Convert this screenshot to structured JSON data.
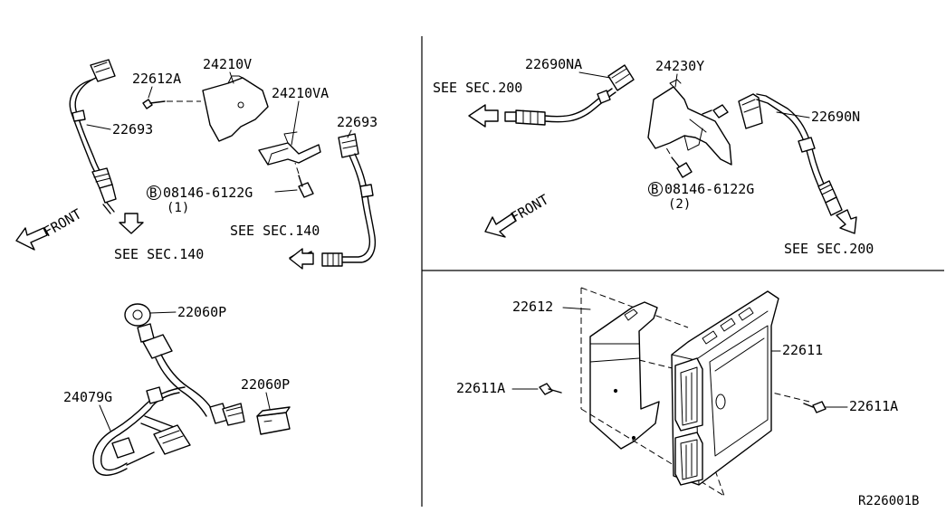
{
  "diagram_id": "R226001B",
  "labels": {
    "p22612A": "22612A",
    "p24210V": "24210V",
    "p24210VA": "24210VA",
    "p22693_left": "22693",
    "p22693_right": "22693",
    "bolt1_b": "B",
    "bolt1_num": "08146-6122G",
    "bolt1_qty": "(1)",
    "front_left": "FRONT",
    "see140_left": "SEE SEC.140",
    "see140_mid": "SEE SEC.140",
    "p22690NA": "22690NA",
    "see200_top": "SEE SEC.200",
    "p24230Y": "24230Y",
    "p22690N": "22690N",
    "bolt2_b": "B",
    "bolt2_num": "08146-6122G",
    "bolt2_qty": "(2)",
    "front_right": "FRONT",
    "see200_bottom": "SEE SEC.200",
    "p22060P_top": "22060P",
    "p24079G": "24079G",
    "p22060P_bottom": "22060P",
    "p22612": "22612",
    "p22611": "22611",
    "p22611A_left": "22611A",
    "p22611A_right": "22611A"
  }
}
